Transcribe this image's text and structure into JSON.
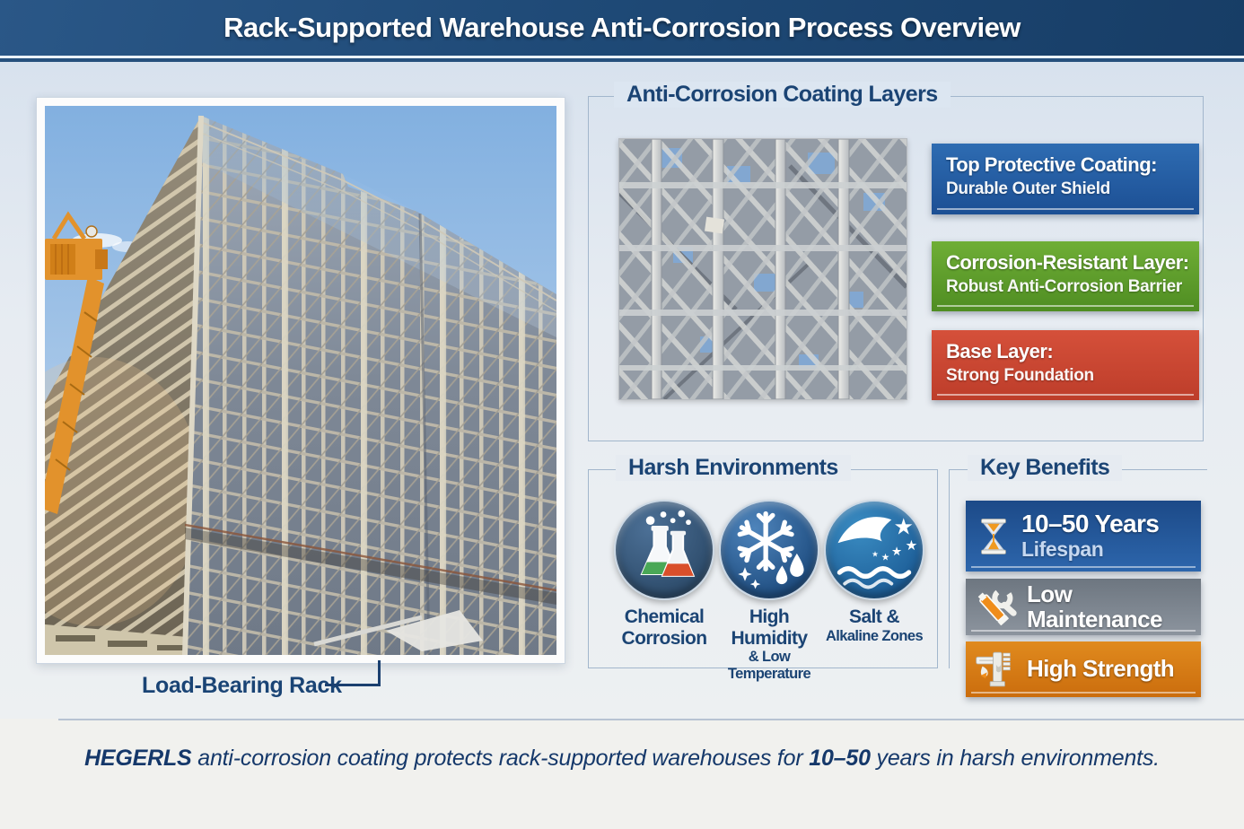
{
  "header": {
    "title": "Rack-Supported Warehouse Anti-Corrosion Process Overview"
  },
  "left_photo": {
    "caption": "Load-Bearing Rack"
  },
  "coating_panel": {
    "title": "Anti-Corrosion Coating Layers",
    "layers": [
      {
        "name": "Top Protective Coating:",
        "desc": "Durable Outer Shield",
        "color": "#1e5aa0"
      },
      {
        "name": "Corrosion-Resistant Layer:",
        "desc": "Robust Anti-Corrosion Barrier",
        "color": "#5f9c2a"
      },
      {
        "name": "Base Layer:",
        "desc": "Strong Foundation",
        "color": "#c94733"
      }
    ]
  },
  "harsh_panel": {
    "title": "Harsh Environments",
    "items": [
      {
        "icon": "chemical-flasks-icon",
        "label1": "Chemical",
        "label2": "Corrosion"
      },
      {
        "icon": "snowflake-droplets-icon",
        "label1": "High Humidity",
        "label2": "& Low Temperature"
      },
      {
        "icon": "sea-waves-stars-icon",
        "label1": "Salt &",
        "label2": "Alkaline Zones"
      }
    ]
  },
  "benefits_panel": {
    "title": "Key Benefits",
    "items": [
      {
        "icon": "hourglass-icon",
        "title": "10–50 Years",
        "subtitle": "Lifespan",
        "color": "#1f5496"
      },
      {
        "icon": "maintenance-wrench-icon",
        "title": "Low Maintenance",
        "subtitle": "",
        "color": "#78818b"
      },
      {
        "icon": "clamp-tool-icon",
        "title": "High Strength",
        "subtitle": "",
        "color": "#dd7f12"
      }
    ]
  },
  "footer": {
    "brand": "HEGERLS",
    "middle": " anti-corrosion coating protects rack-supported warehouses for ",
    "highlight": "10–50",
    "end": " years in harsh environments."
  }
}
